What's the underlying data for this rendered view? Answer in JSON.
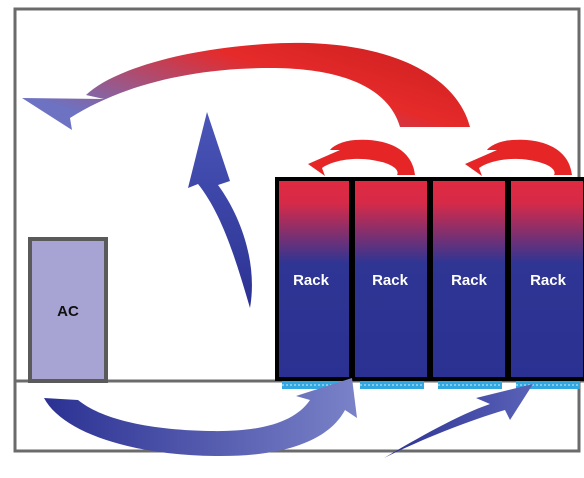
{
  "ac": {
    "label": "AC"
  },
  "racks": [
    {
      "label": "Rack"
    },
    {
      "label": "Rack"
    },
    {
      "label": "Rack"
    },
    {
      "label": "Rack"
    }
  ],
  "colors": {
    "hot": "#e02222",
    "cold": "#2b3192",
    "ac_fill": "#a7a3d3",
    "ac_border": "#5a5a5a",
    "room_border": "#6b6b6b",
    "vent": "#33a8e0"
  }
}
